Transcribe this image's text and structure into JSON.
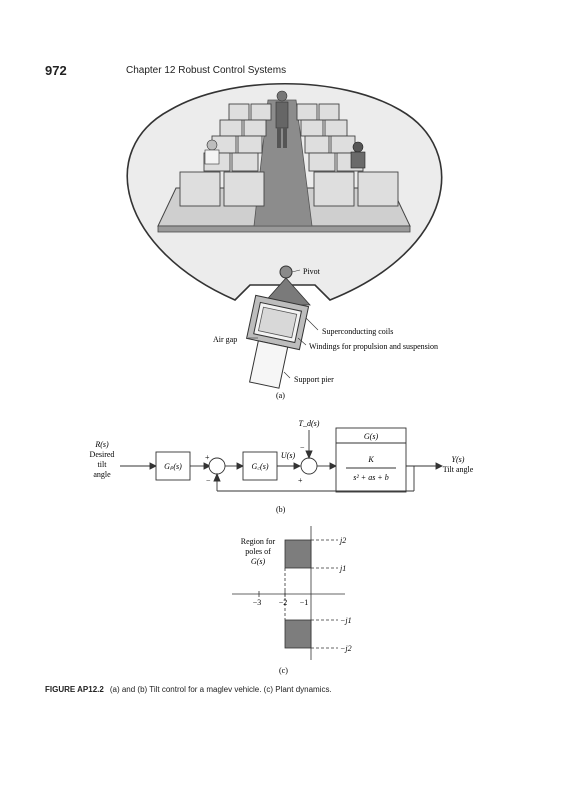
{
  "header": {
    "page_number": "972",
    "chapter": "Chapter 12   Robust Control Systems"
  },
  "figure_a": {
    "label_pivot": "Pivot",
    "label_coils": "Superconducting coils",
    "label_airgap": "Air gap",
    "label_windings": "Windings for propulsion and suspension",
    "label_pier": "Support pier",
    "panel": "(a)"
  },
  "figure_b": {
    "input": [
      "R(s)",
      "Desired",
      "tilt",
      "angle"
    ],
    "gp": "Gₚ(s)",
    "gc": "G꜀(s)",
    "us": "U(s)",
    "td": "T_d(s)",
    "g_title": "G(s)",
    "g_num": "K",
    "g_den": "s² + as + b",
    "output": [
      "Y(s)",
      "Tilt angle"
    ],
    "plus1": "+",
    "minus1": "−",
    "minus2": "−",
    "plus2": "+",
    "panel": "(b)"
  },
  "figure_c": {
    "region_label": [
      "Region for",
      "poles of",
      "G(s)"
    ],
    "ticks_x": [
      "−3",
      "−2",
      "−1"
    ],
    "ticks_y": [
      "j2",
      "j1",
      "−j1",
      "−j2"
    ],
    "panel": "(c)"
  },
  "caption": {
    "label": "FIGURE AP12.2",
    "text": "(a) and (b) Tilt control for a maglev vehicle. (c) Plant dynamics."
  }
}
